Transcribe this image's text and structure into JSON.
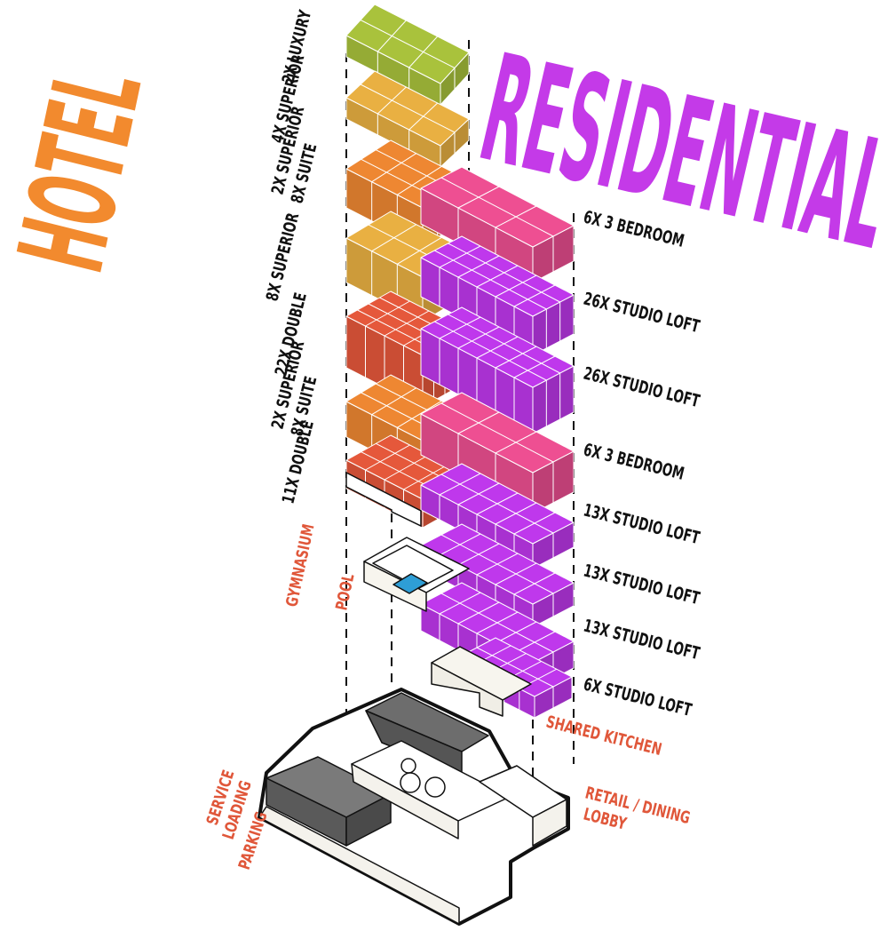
{
  "colors": {
    "hotel": "#F28A2E",
    "residential": "#C43AE8",
    "luxury": "#A9C23C",
    "superior": "#E9B042",
    "suite": "#EE8732",
    "double": "#E5583B",
    "bedroom": "#EE4F92",
    "studio": "#BF38EC",
    "pool": "#2E9ED6",
    "amenity_label": "#E0573A",
    "dark_block": "#5E5E5E",
    "light_block": "#F7F5EE"
  },
  "titles": {
    "hotel": "HOTEL",
    "residential": "RESIDENTIAL"
  },
  "hotel_floors": [
    {
      "label": "2X LUXURY",
      "type": "luxury"
    },
    {
      "label": "4X SUPERIOR",
      "type": "superior"
    },
    {
      "label": "2X SUPERIOR",
      "label2": "8X SUITE",
      "type": "suite"
    },
    {
      "label": "8X SUPERIOR",
      "type": "superior"
    },
    {
      "label": "22X DOUBLE",
      "type": "double"
    },
    {
      "label": "2X SUPERIOR",
      "label2": "8X SUITE",
      "type": "suite"
    },
    {
      "label": "11X DOUBLE",
      "type": "double"
    }
  ],
  "residential_floors": [
    {
      "label": "6X 3 BEDROOM",
      "type": "bedroom"
    },
    {
      "label": "26X STUDIO LOFT",
      "type": "studio"
    },
    {
      "label": "26X STUDIO LOFT",
      "type": "studio"
    },
    {
      "label": "6X 3 BEDROOM",
      "type": "bedroom"
    },
    {
      "label": "13X STUDIO LOFT",
      "type": "studio"
    },
    {
      "label": "13X STUDIO LOFT",
      "type": "studio"
    },
    {
      "label": "13X STUDIO LOFT",
      "type": "studio"
    },
    {
      "label": "6X STUDIO LOFT",
      "type": "studio"
    }
  ],
  "amenities": {
    "gymnasium": "GYMNASIUM",
    "pool": "POOL",
    "shared_kitchen": "SHARED KITCHEN",
    "service": "SERVICE",
    "loading": "LOADING",
    "parking": "PARKING",
    "retail_dining": "RETAIL / DINING",
    "lobby": "LOBBY"
  }
}
